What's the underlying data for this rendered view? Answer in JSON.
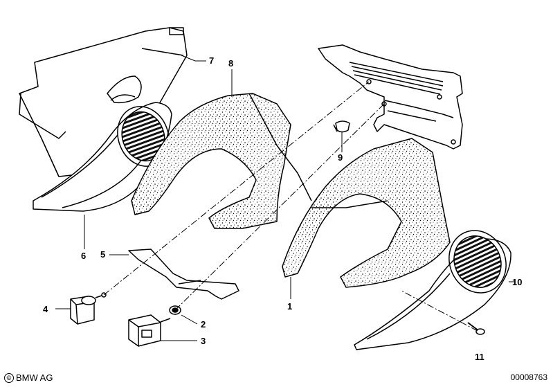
{
  "callouts": [
    {
      "id": "1",
      "text": "1"
    },
    {
      "id": "2",
      "text": "2"
    },
    {
      "id": "3",
      "text": "3"
    },
    {
      "id": "4",
      "text": "4"
    },
    {
      "id": "5",
      "text": "5"
    },
    {
      "id": "6",
      "text": "6"
    },
    {
      "id": "7",
      "text": "7"
    },
    {
      "id": "8",
      "text": "8"
    },
    {
      "id": "9",
      "text": "9"
    },
    {
      "id": "10",
      "text": "10"
    },
    {
      "id": "11",
      "text": "11"
    }
  ],
  "footer": {
    "copyright_symbol": "©",
    "brand": "BMW AG",
    "diagram_number": "00008763"
  }
}
